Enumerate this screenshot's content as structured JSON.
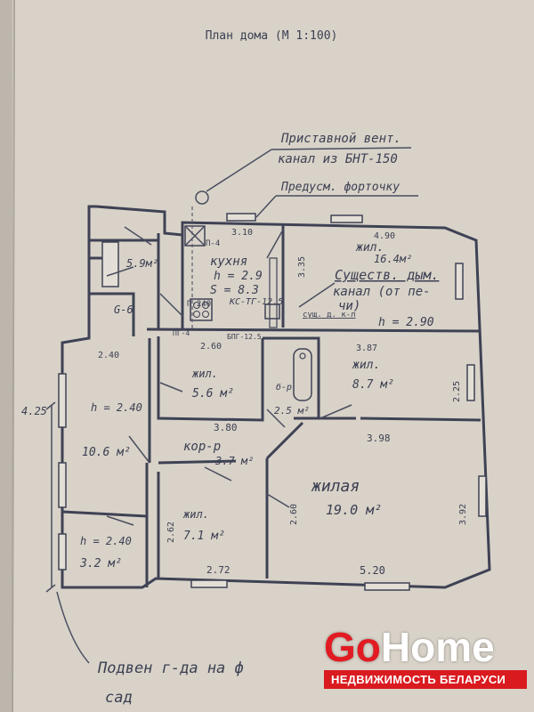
{
  "plan": {
    "title": "План дома (М 1:100)",
    "notes": {
      "vent": [
        "Приставной вент.",
        "канал из БНТ-150"
      ],
      "fortochka": "Предусм. форточку",
      "channel": [
        "Существ. дым.",
        "канал (от пе-",
        "чи)"
      ],
      "footer": [
        "Подвен г-да на ф",
        "сад"
      ],
      "label_425": "4.25"
    },
    "rooms": {
      "kitchen": {
        "name": "кухня",
        "h": "h = 2.9",
        "s": "S = 8.3"
      },
      "hall_59": {
        "area": "5.9м²"
      },
      "g6": {
        "label": "G-6"
      },
      "living_large": {
        "name": "жил.",
        "area": "16.4м²",
        "h": "h = 2.90"
      },
      "living_87": {
        "name": "жил.",
        "area": "8.7 м²"
      },
      "living_56": {
        "name": "жил.",
        "area": "5.6 м²"
      },
      "bath": {
        "label": "б-р",
        "area": "2.5 м²"
      },
      "corridor": {
        "name": "кор-р",
        "area": "3.7 м²"
      },
      "living_19": {
        "name": "жилая",
        "area": "19.0 м²"
      },
      "living_71": {
        "name": "жил.",
        "area": "7.1 м²"
      },
      "veranda": {
        "h": "h = 2.40",
        "area": "10.6 м²"
      },
      "vestibule": {
        "h": "h = 2.40",
        "area": "3.2 м²"
      }
    },
    "dims": [
      "3.10",
      "4.90",
      "3.35",
      "2.40",
      "2.60",
      "3.87",
      "2.25",
      "3.80",
      "3.98",
      "2.62",
      "2.60",
      "3.92",
      "2.72",
      "5.20"
    ],
    "equipment": [
      "П-4",
      "П-240",
      "КС-ТГ-12.5",
      "ПГ-4",
      "БПГ-12.5",
      "сущ. д. к-л"
    ]
  },
  "brand": {
    "go": "Go",
    "home": "Home",
    "tagline": "НЕДВИЖИМОСТЬ БЕЛАРУСИ"
  },
  "colors": {
    "paper": "#dcd6cc",
    "ink": "#3b3f52",
    "brand_red": "#d91b20"
  }
}
